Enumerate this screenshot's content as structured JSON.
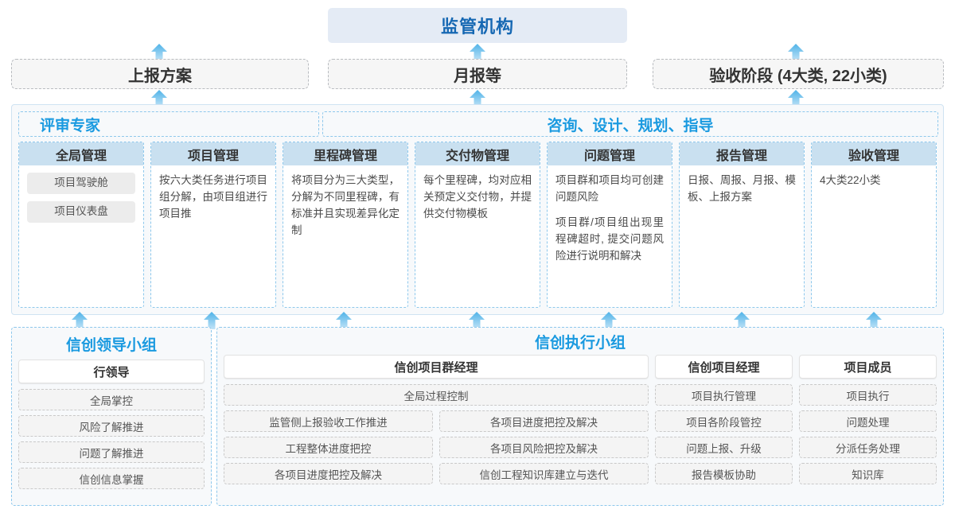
{
  "top": {
    "regulator": "监管机构",
    "report_plan": "上报方案",
    "monthly_report": "月报等",
    "acceptance_stage": "验收阶段 (4大类, 22小类)"
  },
  "mid": {
    "band_left": "评审专家",
    "band_right": "咨询、设计、规划、指导",
    "columns": [
      {
        "title": "全局管理",
        "kind": "pills",
        "pills": [
          "项目驾驶舱",
          "项目仪表盘"
        ],
        "paragraphs": []
      },
      {
        "title": "项目管理",
        "kind": "text",
        "pills": [],
        "paragraphs": [
          "按六大类任务进行项目组分解，由项目组进行项目推"
        ]
      },
      {
        "title": "里程碑管理",
        "kind": "text",
        "pills": [],
        "paragraphs": [
          "将项目分为三大类型，分解为不同里程碑，有标准并且实现差异化定制"
        ]
      },
      {
        "title": "交付物管理",
        "kind": "text",
        "pills": [],
        "paragraphs": [
          "每个里程碑，均对应相关预定义交付物，并提供交付物模板"
        ]
      },
      {
        "title": "问题管理",
        "kind": "text",
        "pills": [],
        "paragraphs": [
          "项目群和项目均可创建问题风险",
          "项目群/项目组出现里程碑超时, 提交问题风险进行说明和解决"
        ]
      },
      {
        "title": "报告管理",
        "kind": "text",
        "pills": [],
        "paragraphs": [
          "日报、周报、月报、模板、上报方案"
        ]
      },
      {
        "title": "验收管理",
        "kind": "text",
        "pills": [],
        "paragraphs": [
          "4大类22小类"
        ]
      }
    ]
  },
  "bottom": {
    "leader_group": {
      "title": "信创领导小组",
      "role": "行领导",
      "items": [
        "全局掌控",
        "风险了解推进",
        "问题了解推进",
        "信创信息掌握"
      ]
    },
    "exec_group": {
      "title": "信创执行小组",
      "program_manager": {
        "role": "信创项目群经理",
        "wide_item": "全局过程控制",
        "left_items": [
          "监管侧上报验收工作推进",
          "工程整体进度把控",
          "各项目进度把控及解决"
        ],
        "right_items": [
          "各项目进度把控及解决",
          "各项目风险把控及解决",
          "信创工程知识库建立与迭代"
        ]
      },
      "project_manager": {
        "role": "信创项目经理",
        "items": [
          "项目执行管理",
          "项目各阶段管控",
          "问题上报、升级",
          "报告模板协助"
        ]
      },
      "project_member": {
        "role": "项目成员",
        "items": [
          "项目执行",
          "问题处理",
          "分派任务处理",
          "知识库"
        ]
      }
    }
  },
  "arrows": {
    "icon": "arrow-up-icon",
    "color_top": "#4fb3e8",
    "color_bottom": "#bfe2f5",
    "top_row_x": [
      200,
      600,
      1000
    ],
    "mid_row_x": [
      100,
      266,
      432,
      599,
      765,
      932,
      1098
    ]
  },
  "colors": {
    "regulator_bg": "#e4ebf5",
    "regulator_text": "#1668b3",
    "col_head_bg": "#c9e0f0",
    "accent_blue": "#1a9ae0",
    "panel_bg": "#f7f9fb",
    "dash_grey": "#b9bcc0",
    "dash_blue": "#8ec8ec"
  }
}
